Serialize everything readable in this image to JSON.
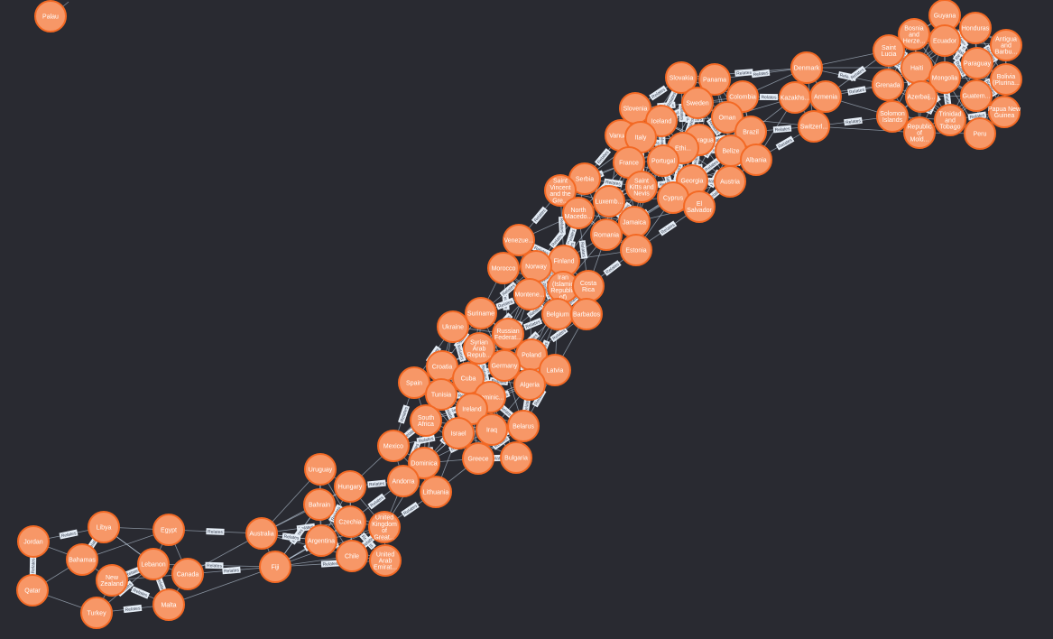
{
  "graph": {
    "edge_label": "Relates",
    "colors": {
      "background": "#292a31",
      "node_fill": "#f79767",
      "node_stroke": "#f36924",
      "edge": "#d5e6f7",
      "text": "#ffffff"
    },
    "nodes": [
      {
        "id": "palau",
        "label": "Palau"
      },
      {
        "id": "guyana",
        "label": "Guyana"
      },
      {
        "id": "bosnia",
        "label": "Bosnia and Herze..."
      },
      {
        "id": "honduras",
        "label": "Honduras"
      },
      {
        "id": "ecuador",
        "label": "Ecuador"
      },
      {
        "id": "antigua",
        "label": "Antigua and Barbu..."
      },
      {
        "id": "saint-lucia",
        "label": "Saint Lucia"
      },
      {
        "id": "paraguay",
        "label": "Paraguay"
      },
      {
        "id": "haiti",
        "label": "Haiti"
      },
      {
        "id": "mongolia",
        "label": "Mongolia"
      },
      {
        "id": "bolivia",
        "label": "Bolivia (Plurina..."
      },
      {
        "id": "grenada",
        "label": "Grenada"
      },
      {
        "id": "azerbaijan",
        "label": "Azerbaij..."
      },
      {
        "id": "guatemala",
        "label": "Guatem..."
      },
      {
        "id": "png",
        "label": "Papua New Guinea"
      },
      {
        "id": "solomon",
        "label": "Solomon Islands"
      },
      {
        "id": "trinidad",
        "label": "Trinidad and Tobago"
      },
      {
        "id": "moldova",
        "label": "Republic of Mold..."
      },
      {
        "id": "peru",
        "label": "Peru"
      },
      {
        "id": "denmark",
        "label": "Denmark"
      },
      {
        "id": "kazakhstan",
        "label": "Kazakhs..."
      },
      {
        "id": "armenia",
        "label": "Armenia"
      },
      {
        "id": "switzerland",
        "label": "Switzerl..."
      },
      {
        "id": "slovakia",
        "label": "Slovakia"
      },
      {
        "id": "panama",
        "label": "Panama"
      },
      {
        "id": "sweden",
        "label": "Sweden"
      },
      {
        "id": "colombia",
        "label": "Colombia"
      },
      {
        "id": "slovenia",
        "label": "Slovenia"
      },
      {
        "id": "iceland",
        "label": "Iceland"
      },
      {
        "id": "oman",
        "label": "Oman"
      },
      {
        "id": "vanuatu",
        "label": "Vanuatu"
      },
      {
        "id": "italy",
        "label": "Italy"
      },
      {
        "id": "nicaragua",
        "label": "Nicaragua"
      },
      {
        "id": "brazil",
        "label": "Brazil"
      },
      {
        "id": "ethiopia",
        "label": "Ethi..."
      },
      {
        "id": "belize",
        "label": "Belize"
      },
      {
        "id": "france",
        "label": "France"
      },
      {
        "id": "portugal",
        "label": "Portugal"
      },
      {
        "id": "albania",
        "label": "Albania"
      },
      {
        "id": "serbia",
        "label": "Serbia"
      },
      {
        "id": "saint-kitts",
        "label": "Saint Kitts and Nevis"
      },
      {
        "id": "georgia",
        "label": "Georgia"
      },
      {
        "id": "austria",
        "label": "Austria"
      },
      {
        "id": "saint-vincent",
        "label": "Saint Vincent and the Gre..."
      },
      {
        "id": "luxembourg",
        "label": "Luxemb..."
      },
      {
        "id": "cyprus",
        "label": "Cyprus"
      },
      {
        "id": "el-salvador",
        "label": "El Salvador"
      },
      {
        "id": "north-macedonia",
        "label": "North Macedo..."
      },
      {
        "id": "jamaica",
        "label": "Jamaica"
      },
      {
        "id": "romania",
        "label": "Romania"
      },
      {
        "id": "estonia",
        "label": "Estonia"
      },
      {
        "id": "venezuela",
        "label": "Venezue..."
      },
      {
        "id": "finland",
        "label": "Finland"
      },
      {
        "id": "morocco",
        "label": "Morocco"
      },
      {
        "id": "norway",
        "label": "Norway"
      },
      {
        "id": "iran",
        "label": "Iran (Islamic Republic of)"
      },
      {
        "id": "costa-rica",
        "label": "Costa Rica"
      },
      {
        "id": "montenegro",
        "label": "Montene..."
      },
      {
        "id": "belgium",
        "label": "Belgium"
      },
      {
        "id": "barbados",
        "label": "Barbados"
      },
      {
        "id": "suriname",
        "label": "Suriname"
      },
      {
        "id": "ukraine",
        "label": "Ukraine"
      },
      {
        "id": "russia",
        "label": "Russian Federat..."
      },
      {
        "id": "syria",
        "label": "Syrian Arab Repub..."
      },
      {
        "id": "poland",
        "label": "Poland"
      },
      {
        "id": "croatia",
        "label": "Croatia"
      },
      {
        "id": "germany",
        "label": "Germany"
      },
      {
        "id": "latvia",
        "label": "Latvia"
      },
      {
        "id": "spain",
        "label": "Spain"
      },
      {
        "id": "cuba",
        "label": "Cuba"
      },
      {
        "id": "algeria",
        "label": "Algeria"
      },
      {
        "id": "tunisia",
        "label": "Tunisia"
      },
      {
        "id": "dominican",
        "label": "Dominic..."
      },
      {
        "id": "ireland",
        "label": "Ireland"
      },
      {
        "id": "south-africa",
        "label": "South Africa"
      },
      {
        "id": "iraq",
        "label": "Iraq"
      },
      {
        "id": "israel",
        "label": "Israel"
      },
      {
        "id": "belarus",
        "label": "Belarus"
      },
      {
        "id": "mexico",
        "label": "Mexico"
      },
      {
        "id": "dominica",
        "label": "Dominica"
      },
      {
        "id": "greece",
        "label": "Greece"
      },
      {
        "id": "bulgaria",
        "label": "Bulgaria"
      },
      {
        "id": "uruguay",
        "label": "Uruguay"
      },
      {
        "id": "hungary",
        "label": "Hungary"
      },
      {
        "id": "andorra",
        "label": "Andorra"
      },
      {
        "id": "lithuania",
        "label": "Lithuania"
      },
      {
        "id": "bahrain",
        "label": "Bahrain"
      },
      {
        "id": "czechia",
        "label": "Czechia"
      },
      {
        "id": "uk",
        "label": "United Kingdom of Great..."
      },
      {
        "id": "argentina",
        "label": "Argentina"
      },
      {
        "id": "chile",
        "label": "Chile"
      },
      {
        "id": "uae",
        "label": "United Arab Emirat..."
      },
      {
        "id": "australia",
        "label": "Australia"
      },
      {
        "id": "fiji",
        "label": "Fiji"
      },
      {
        "id": "jordan",
        "label": "Jordan"
      },
      {
        "id": "libya",
        "label": "Libya"
      },
      {
        "id": "egypt",
        "label": "Egypt"
      },
      {
        "id": "bahamas",
        "label": "Bahamas"
      },
      {
        "id": "lebanon",
        "label": "Lebanon"
      },
      {
        "id": "new-zealand",
        "label": "New Zealand"
      },
      {
        "id": "canada",
        "label": "Canada"
      },
      {
        "id": "qatar",
        "label": "Qatar"
      },
      {
        "id": "malta",
        "label": "Malta"
      },
      {
        "id": "turkey",
        "label": "Turkey"
      }
    ]
  }
}
